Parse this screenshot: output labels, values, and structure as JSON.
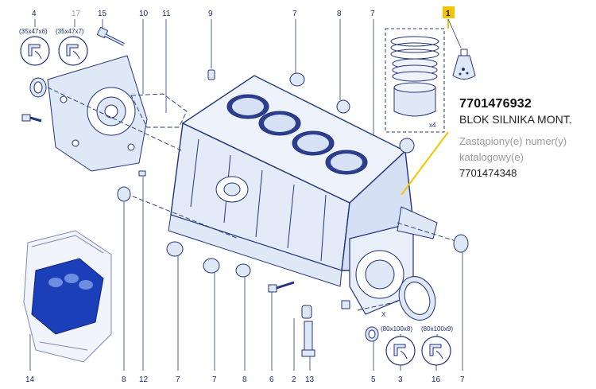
{
  "callouts": {
    "c1": "1",
    "c2": "2",
    "c3": "3",
    "c4": "4",
    "c5": "5",
    "c6": "6",
    "c7": "7",
    "c8": "8",
    "c9": "9",
    "c10": "10",
    "c11": "11",
    "c12": "12",
    "c13": "13",
    "c14": "14",
    "c15": "15",
    "c16": "16",
    "c17": "17"
  },
  "seal_sizes": {
    "s4": "(35x47x6)",
    "s17": "(35x47x7)",
    "s3": "(80x100x8)",
    "s16": "(80x100x9)",
    "x_mark": "X",
    "qty": "x4"
  },
  "part_info": {
    "part_number": "7701476932",
    "part_name": "BLOK SILNIKA MONT.",
    "replaced_label": "Zastąpiony(e) numer(y) katalogowy(e)",
    "replacement_number": "7701474348"
  },
  "colors": {
    "line": "#23337a",
    "highlight": "#f5c400",
    "fill_light": "#dfe8f7",
    "engine_thumb": "#1a3fb8"
  }
}
